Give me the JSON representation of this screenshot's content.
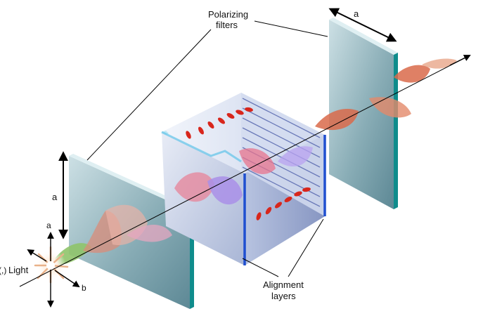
{
  "labels": {
    "polarizing_filters": [
      "Polarizing",
      "filters"
    ],
    "alignment_layers": [
      "Alignment",
      "layers"
    ],
    "light": "Light",
    "light_prefix": "(,)",
    "axis_a_top_filter": "a",
    "axis_a_left_filter": "a",
    "axis_a_source": "a",
    "axis_b_source": "b"
  },
  "colors": {
    "filter_face": "#6f9aa6",
    "filter_edge": "#0f8c8c",
    "cube_front": "#c9d4ea",
    "cube_side": "#9fb0d4",
    "cube_top": "#e2e8f4",
    "wave_red": "#d96a4a",
    "wave_pink": "#e68aa8",
    "wave_green": "#8fc46a",
    "wave_violet": "#a98fe8",
    "molecule_red": "#d8261c",
    "layer_blue": "#1f4fd0"
  }
}
